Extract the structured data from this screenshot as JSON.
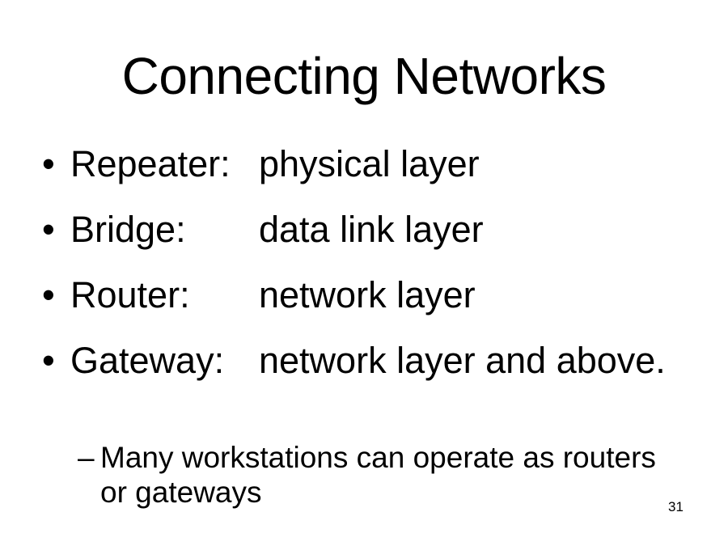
{
  "slide": {
    "title": "Connecting Networks",
    "background_color": "#ffffff",
    "text_color": "#000000",
    "number": "31",
    "bullet_glyph": "•",
    "subbullet_glyph": "–",
    "bullets": [
      {
        "marker": "•",
        "term": "Repeater:",
        "desc": "physical layer"
      },
      {
        "marker": "•",
        "term": "Bridge:",
        "desc": "data link layer"
      },
      {
        "marker": "•",
        "term": "Router:",
        "desc": "network layer"
      },
      {
        "marker": "•",
        "term": "Gateway:",
        "desc": "network layer and above."
      }
    ],
    "subbullets": [
      {
        "marker": "–",
        "text": "Many workstations can operate as routers or gateways"
      }
    ]
  }
}
